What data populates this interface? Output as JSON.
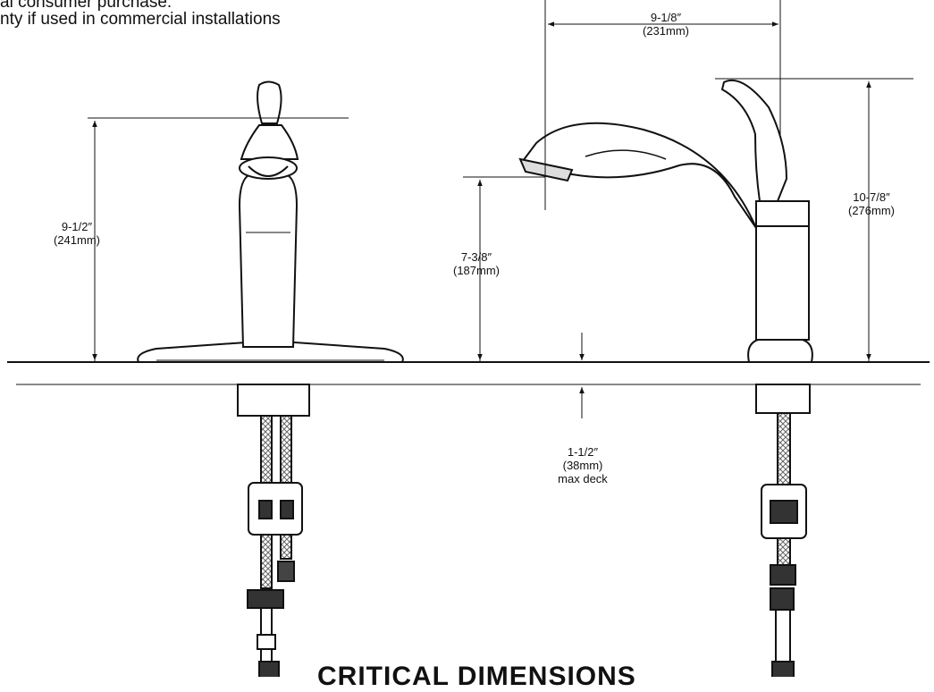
{
  "notes": {
    "line1": "al consumer purchase.",
    "line2": "nty if used in commercial installations"
  },
  "dimensions": {
    "side_height": {
      "imperial": "9-1/2″",
      "metric": "(241mm)"
    },
    "front_reach": {
      "imperial": "9-1/8″",
      "metric": "(231mm)"
    },
    "spout_height": {
      "imperial": "7-3/8″",
      "metric": "(187mm)"
    },
    "total_height": {
      "imperial": "10-7/8″",
      "metric": "(276mm)"
    },
    "deck": {
      "imperial": "1-1/2″",
      "metric": "(38mm)",
      "note": "max deck"
    }
  },
  "title": "CRITICAL DIMENSIONS",
  "colors": {
    "ink": "#111111",
    "hose": "#555555",
    "fill": "#ffffff"
  }
}
